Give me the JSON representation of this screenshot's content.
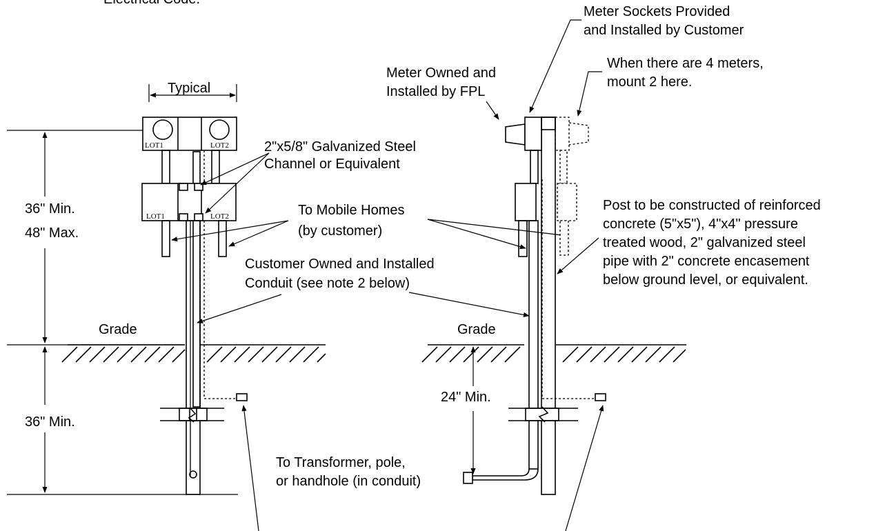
{
  "top_fragment": "Electrical Code.",
  "labels": {
    "typical": "Typical",
    "lot1": "LOT1",
    "lot2": "LOT2",
    "channel_line1": "2\"x5/8\" Galvanized Steel",
    "channel_line2": "Channel or Equivalent",
    "dim_36_min": "36\" Min.",
    "dim_48_max": "48\" Max.",
    "mobile_line1": "To Mobile Homes",
    "mobile_line2": "(by customer)",
    "conduit_line1": "Customer Owned and Installed",
    "conduit_line2": "Conduit (see note 2 below)",
    "grade": "Grade",
    "dim_36_min_lower": "36\" Min.",
    "sockets_line1": "Meter Sockets Provided",
    "sockets_line2": "and Installed by Customer",
    "meter_line1": "Meter Owned and",
    "meter_line2": "Installed by FPL",
    "four_meters_line1": "When there are 4 meters,",
    "four_meters_line2": "mount 2 here.",
    "post_line1": "Post to be constructed of reinforced",
    "post_line2": "concrete (5\"x5\"), 4\"x4\" pressure",
    "post_line3": "treated wood, 2\" galvanized steel",
    "post_line4": "pipe with 2\" concrete encasement",
    "post_line5": "below ground level, or equivalent.",
    "dim_24_min": "24\" Min.",
    "transformer_line1": "To Transformer, pole,",
    "transformer_line2": "or handhole (in conduit)"
  }
}
